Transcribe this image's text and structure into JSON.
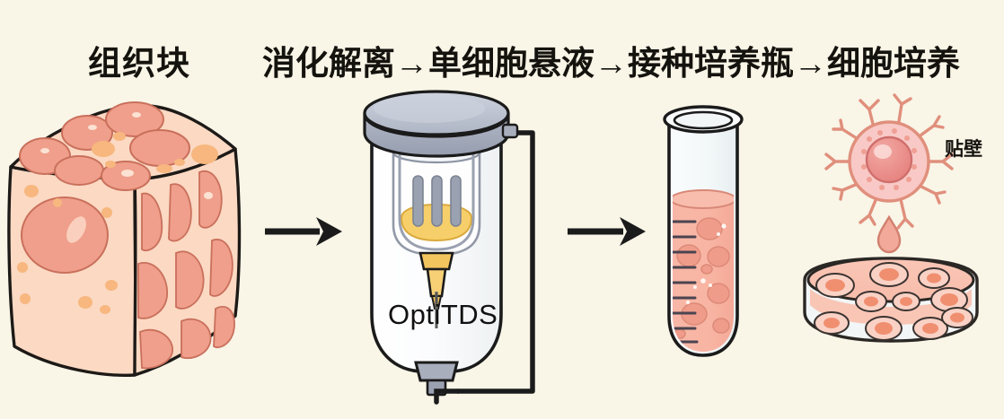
{
  "background_color": "#f9f5e7",
  "header": {
    "tissue_label": "组织块",
    "flow_label": "消化解离→单细胞悬液→接种培养瓶→细胞培养"
  },
  "stages": [
    {
      "name": "tissue-block",
      "caption": "组织块"
    },
    {
      "name": "dissociation-device",
      "caption": "OptiTDS"
    },
    {
      "name": "cell-suspension-tube",
      "caption": ""
    },
    {
      "name": "cell-culture",
      "caption": "贴壁"
    }
  ],
  "device": {
    "brand_label": "OptiTDS",
    "cap_color": "#a8adbb",
    "cap_top_color": "#bfc5d2",
    "filter_color": "#f7cf6a",
    "nozzle_color": "#f3c55f",
    "body_color": "#fdfdfb",
    "tubing_color": "#1b1b1b"
  },
  "tube": {
    "liquid_color": "#f7b1a1",
    "glass_color": "#f4f7f8",
    "graduation_count": 10,
    "cell_color": "#f09c8b"
  },
  "tissue": {
    "base_color": "#fbd9c3",
    "cell_color": "#ef9f8b",
    "dot_color": "#f7b77e",
    "outline_color": "#1d1a17"
  },
  "culture": {
    "cell_body_color": "#f6bcbe",
    "nucleus_color": "#e8827f",
    "membrane_outline": "#e08f7c",
    "droplet_color": "#f2a99a",
    "dish_rim_color": "#2a2724",
    "dish_medium_color": "#f9c3b2",
    "adherent_label": "贴壁"
  },
  "arrows": [
    {
      "name": "arrow-tissue-to-device",
      "direction": "right"
    },
    {
      "name": "arrow-device-to-tube",
      "direction": "right"
    }
  ]
}
